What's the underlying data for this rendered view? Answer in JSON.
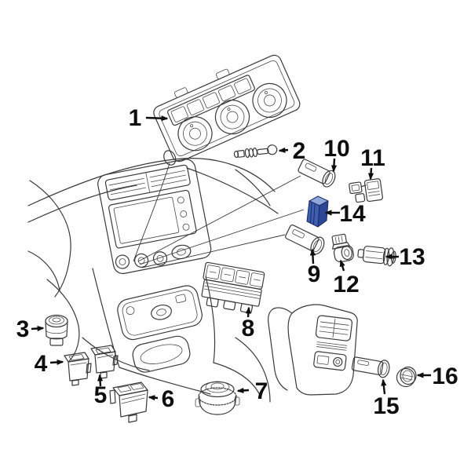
{
  "diagram": {
    "type": "vehicle-parts-exploded-diagram",
    "background_color": "#ffffff",
    "line_color": "#3a3a3a",
    "callout_color": "#0e0e0e",
    "highlight": {
      "callout": "14",
      "fill": "#3d5fae",
      "fill_dark": "#2c4795",
      "fill_light": "#8fa6d9",
      "outline": "#1b2a66"
    },
    "callouts": [
      {
        "label": "1"
      },
      {
        "label": "2"
      },
      {
        "label": "3"
      },
      {
        "label": "4"
      },
      {
        "label": "5"
      },
      {
        "label": "6"
      },
      {
        "label": "7"
      },
      {
        "label": "8"
      },
      {
        "label": "9"
      },
      {
        "label": "10"
      },
      {
        "label": "11"
      },
      {
        "label": "12"
      },
      {
        "label": "13"
      },
      {
        "label": "14"
      },
      {
        "label": "15"
      },
      {
        "label": "16"
      }
    ]
  }
}
